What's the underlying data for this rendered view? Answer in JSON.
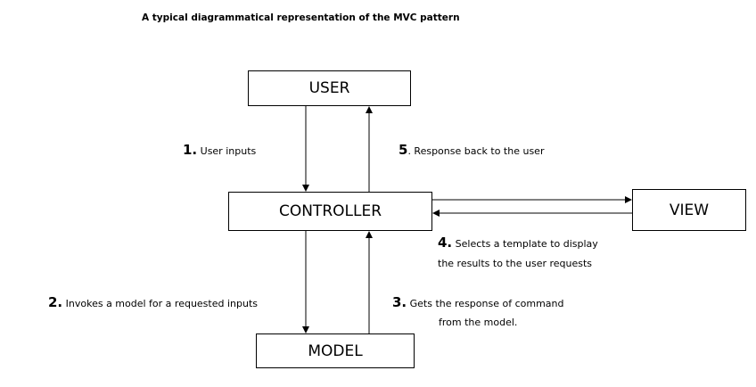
{
  "title": "A typical diagrammatical representation of the MVC pattern",
  "nodes": {
    "user": "USER",
    "controller": "CONTROLLER",
    "view": "VIEW",
    "model": "MODEL"
  },
  "edges": {
    "step1": {
      "number": "1.",
      "text": " User inputs"
    },
    "step5": {
      "number": "5",
      "text": ". Response back to the user"
    },
    "step4": {
      "number": "4.",
      "text_line1": " Selects a template to display",
      "text_line2": "the results to the user requests"
    },
    "step2": {
      "number": "2.",
      "text": " Invokes  a model for a requested inputs"
    },
    "step3": {
      "number": "3.",
      "text_line1": " Gets the response of command",
      "text_line2": "from the model."
    }
  }
}
